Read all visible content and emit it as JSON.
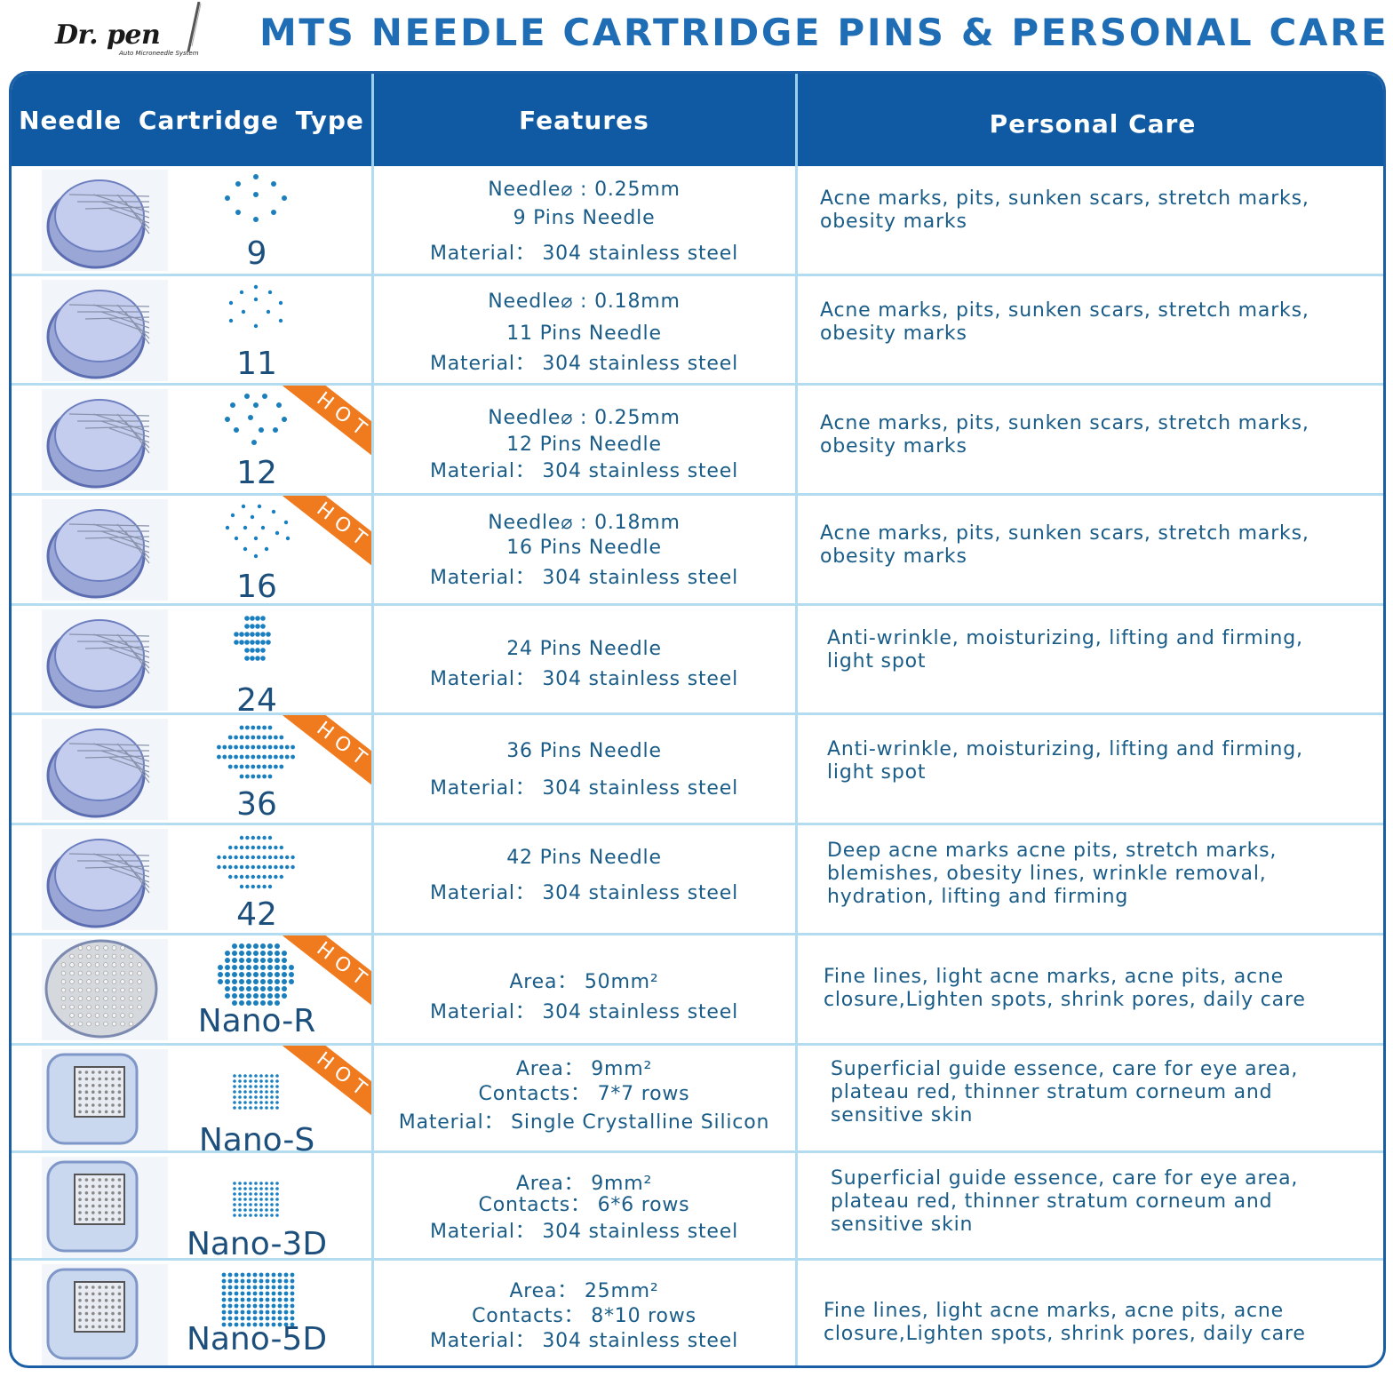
{
  "brand": {
    "logo": "Dr. pen",
    "tagline": "Auto Microneedle System"
  },
  "title": "MTS NEEDLE CARTRIDGE PINS & PERSONAL CARE",
  "headers": [
    "Needle  Cartridge  Type",
    "Features",
    "Personal Care"
  ],
  "hot_label": "HOT",
  "colors": {
    "header_bg": "#0f5aa3",
    "title": "#1f6db5",
    "hot": "#f07a1e",
    "text": "#1a5c88"
  },
  "rows": [
    {
      "type": "9",
      "hot": false,
      "pattern": "9-pin",
      "features": [
        "Needle⌀ : 0.25mm",
        "9 Pins Needle",
        "Material： 304 stainless steel"
      ],
      "care": [
        "Acne marks, pits, sunken scars, stretch marks,",
        "obesity marks"
      ]
    },
    {
      "type": "11",
      "hot": false,
      "pattern": "11-pin",
      "features": [
        "Needle⌀ : 0.18mm",
        "11 Pins Needle",
        "Material： 304 stainless steel"
      ],
      "care": [
        "Acne marks, pits, sunken scars, stretch marks,",
        "obesity marks"
      ]
    },
    {
      "type": "12",
      "hot": true,
      "pattern": "12-pin",
      "features": [
        "Needle⌀ : 0.25mm",
        "12 Pins Needle",
        "Material： 304 stainless steel"
      ],
      "care": [
        "Acne marks, pits, sunken scars, stretch marks,",
        "obesity marks"
      ]
    },
    {
      "type": "16",
      "hot": true,
      "pattern": "16-pin",
      "features": [
        "Needle⌀ : 0.18mm",
        "16 Pins Needle",
        "Material： 304 stainless steel"
      ],
      "care": [
        "Acne marks, pits, sunken scars, stretch marks,",
        "obesity marks"
      ]
    },
    {
      "type": "24",
      "hot": false,
      "pattern": "24-pin",
      "features": [
        "24 Pins Needle",
        "Material： 304 stainless steel"
      ],
      "care": [
        "Anti-wrinkle, moisturizing, lifting and firming,",
        "light spot"
      ]
    },
    {
      "type": "36",
      "hot": true,
      "pattern": "36-pin",
      "features": [
        "36 Pins Needle",
        "Material： 304 stainless steel"
      ],
      "care": [
        "Anti-wrinkle, moisturizing, lifting and firming,",
        "light spot"
      ]
    },
    {
      "type": "42",
      "hot": false,
      "pattern": "42-pin",
      "features": [
        "42 Pins Needle",
        "Material： 304 stainless steel"
      ],
      "care": [
        "Deep acne marks acne pits, stretch marks,",
        "blemishes, obesity lines, wrinkle removal,",
        "hydration, lifting and firming"
      ]
    },
    {
      "type": "Nano-R",
      "hot": true,
      "pattern": "nano-round",
      "features": [
        "Area： 50mm²",
        "Material： 304 stainless steel"
      ],
      "care": [
        "Fine lines, light acne marks, acne pits, acne",
        "closure,Lighten spots, shrink pores, daily care"
      ]
    },
    {
      "type": "Nano-S",
      "hot": true,
      "pattern": "nano-square",
      "features": [
        "Area： 9mm²",
        "Contacts： 7*7 rows",
        "Material： Single Crystalline Silicon"
      ],
      "care": [
        "Superficial guide essence, care for eye area,",
        "plateau red, thinner stratum corneum and",
        "sensitive skin"
      ]
    },
    {
      "type": "Nano-3D",
      "hot": false,
      "pattern": "nano-square",
      "features": [
        "Area： 9mm²",
        "Contacts： 6*6 rows",
        "Material： 304 stainless steel"
      ],
      "care": [
        "Superficial guide essence, care for eye area,",
        "plateau red, thinner stratum corneum and",
        "sensitive skin"
      ]
    },
    {
      "type": "Nano-5D",
      "hot": false,
      "pattern": "nano-square-large",
      "features": [
        "Area： 25mm²",
        "Contacts： 8*10 rows",
        "Material： 304 stainless steel"
      ],
      "care": [
        "Fine lines, light acne marks, acne pits, acne",
        "closure,Lighten spots, shrink pores, daily care"
      ]
    }
  ]
}
